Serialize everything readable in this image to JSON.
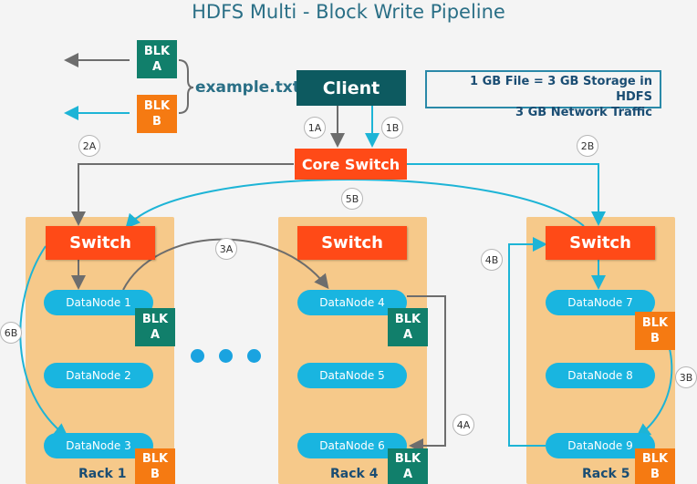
{
  "title": "HDFS Multi - Block Write Pipeline",
  "client_label": "Client",
  "core_switch_label": "Core Switch",
  "file_name": "example.txt",
  "info": {
    "line1": "1 GB File = 3 GB Storage in HDFS",
    "line2": "3 GB Network Traffic"
  },
  "blocks": {
    "a_line1": "BLK",
    "a_line2": "A",
    "b_line1": "BLK",
    "b_line2": "B"
  },
  "racks": [
    {
      "label": "Rack 1",
      "switch": "Switch",
      "datanodes": [
        "DataNode 1",
        "DataNode 2",
        "DataNode 3"
      ]
    },
    {
      "label": "Rack 4",
      "switch": "Switch",
      "datanodes": [
        "DataNode 4",
        "DataNode 5",
        "DataNode 6"
      ]
    },
    {
      "label": "Rack 5",
      "switch": "Switch",
      "datanodes": [
        "DataNode 7",
        "DataNode 8",
        "DataNode 9"
      ]
    }
  ],
  "steps": {
    "s1a": "1A",
    "s1b": "1B",
    "s2a": "2A",
    "s2b": "2B",
    "s3a": "3A",
    "s3b": "3B",
    "s4a": "4A",
    "s4b": "4B",
    "s5b": "5B",
    "s6b": "6B"
  },
  "colors": {
    "path_a": "#6d6d6d",
    "path_b": "#1db4d6",
    "switch": "#ff4a17",
    "client": "#0d5a60",
    "datanode": "#19b5e0",
    "block_a": "#117f6b",
    "block_b": "#f57a12",
    "rack": "#f6c98a"
  }
}
